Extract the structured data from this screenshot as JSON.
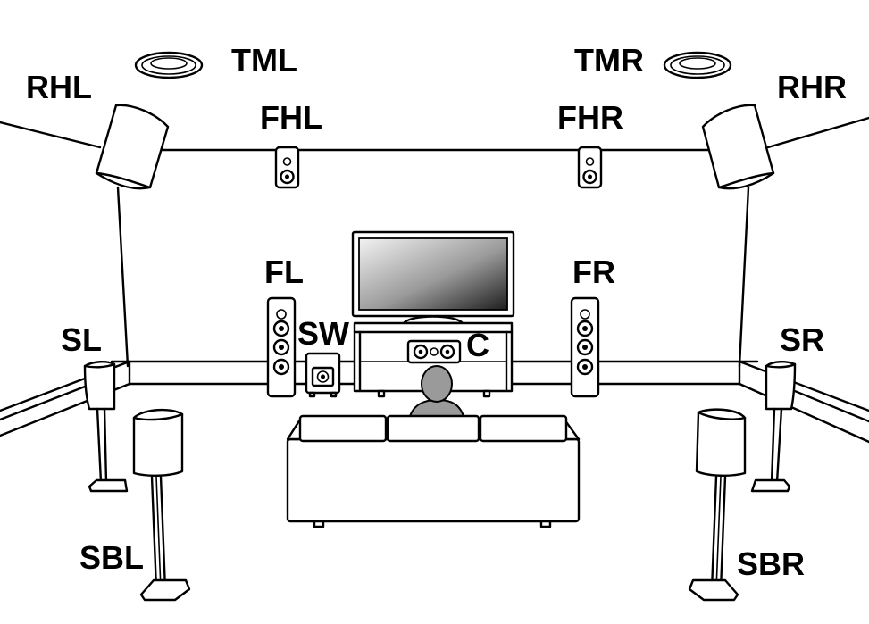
{
  "labels": {
    "tml": "TML",
    "tmr": "TMR",
    "rhl": "RHL",
    "rhr": "RHR",
    "fhl": "FHL",
    "fhr": "FHR",
    "fl": "FL",
    "fr": "FR",
    "sw": "SW",
    "c": "C",
    "sl": "SL",
    "sr": "SR",
    "sbl": "SBL",
    "sbr": "SBR"
  },
  "colors": {
    "line": "#000000",
    "background": "#ffffff",
    "listener": "#9a9a9a"
  }
}
